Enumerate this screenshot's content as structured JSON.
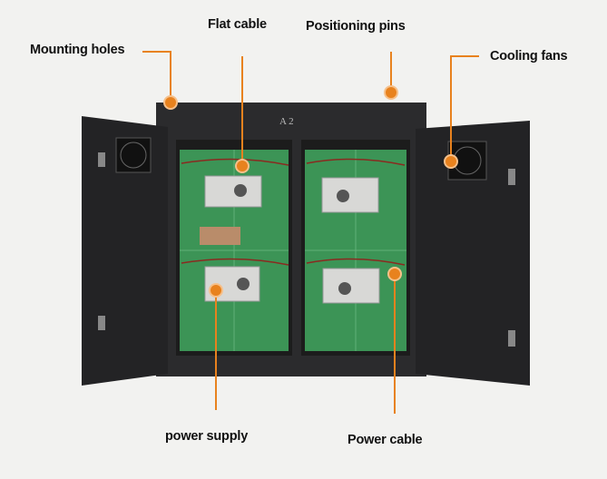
{
  "labels": {
    "mounting_holes": "Mounting holes",
    "flat_cable": "Flat cable",
    "positioning_pins": "Positioning pins",
    "cooling_fans": "Cooling fans",
    "power_supply": "power supply",
    "power_cable": "Power cable"
  },
  "cabinet_marking": "A 2",
  "colors": {
    "callout": "#e8821e",
    "cabinet": "#2b2b2d",
    "pcb": "#2f8a4a",
    "background": "#f2f2f0"
  }
}
